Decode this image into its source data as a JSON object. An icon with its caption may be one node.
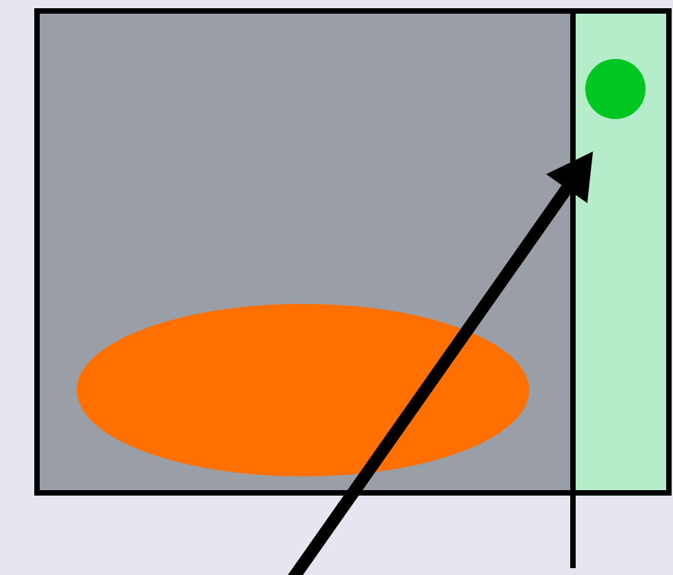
{
  "diagram": {
    "nodes": [
      {
        "text": [],
        "shape": "box"
      },
      {
        "text": [],
        "shape": "box"
      },
      {
        "text": [],
        "shape": "circle",
        "in": 1
      },
      {
        "text": [],
        "shape": "ellipse",
        "in": 0
      }
    ],
    "edges": [
      {
        "from": null,
        "to": 1,
        "arrow": "to"
      }
    ]
  }
}
